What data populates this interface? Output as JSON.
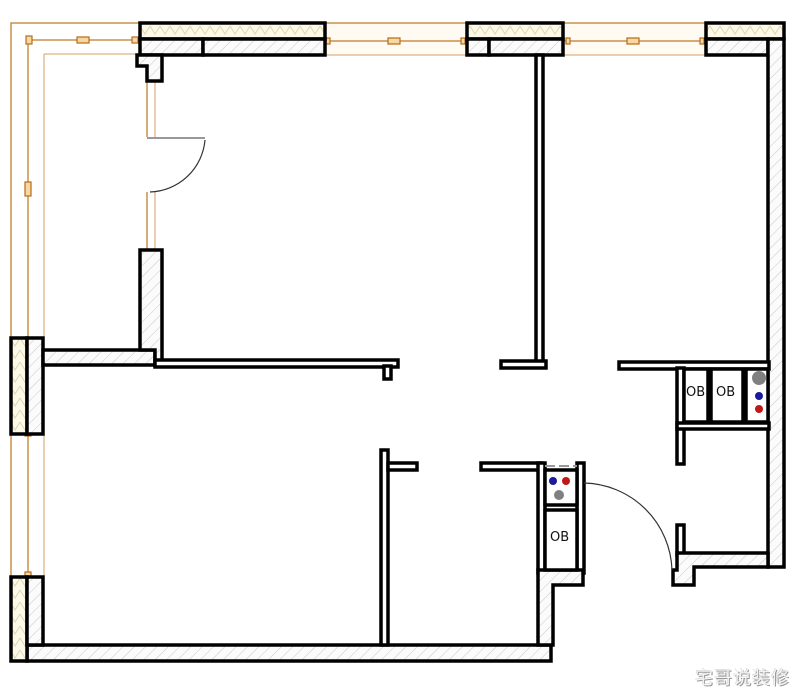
{
  "diagram": {
    "type": "apartment-floor-plan",
    "colors": {
      "wall_outline": "#000000",
      "window_frame": "#c8904a",
      "window_mark": "#b86a1a",
      "hot_water": "#c01818",
      "cold_water": "#1a1a9a",
      "drain": "#808080"
    },
    "fixtures": {
      "appliance_1": "OB",
      "appliance_2": "OB",
      "appliance_3": "OB"
    },
    "legend_symbols": [
      "hot-water-pipe",
      "cold-water-pipe",
      "drain-pipe"
    ]
  },
  "watermark": "宅哥说装修"
}
